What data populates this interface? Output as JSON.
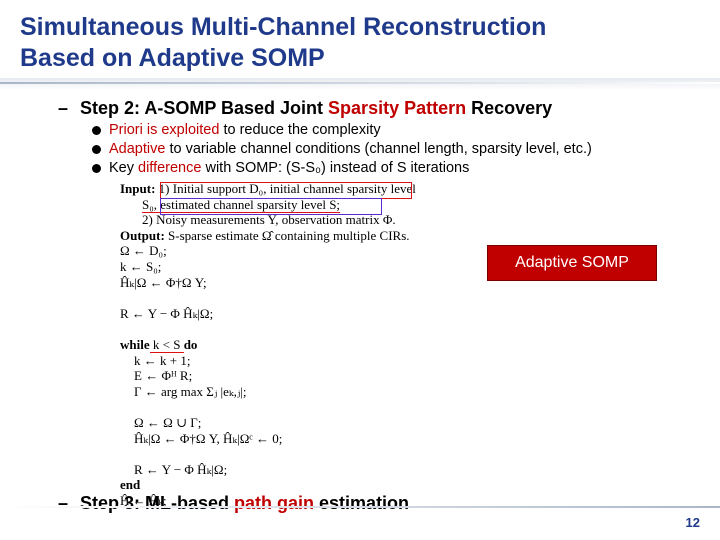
{
  "title_lines": [
    "Simultaneous Multi-Channel Reconstruction",
    "Based on Adaptive SOMP"
  ],
  "step2": {
    "dash": "–",
    "prefix": "Step 2: A-SOMP Based Joint ",
    "highlight": "Sparsity Pattern",
    "suffix": " Recovery"
  },
  "bullets": [
    {
      "highlight": "Priori is exploited",
      "rest": " to reduce the complexity"
    },
    {
      "highlight": "Adaptive",
      "rest": " to variable channel conditions (channel length, sparsity level, etc.)"
    },
    {
      "prefix": "Key ",
      "highlight": "difference",
      "rest": " with SOMP: (S-S₀) instead of S iterations"
    }
  ],
  "algorithm": {
    "input_kw": "Input:",
    "input_1": "1) Initial support D₀, initial channel sparsity level",
    "input_1b": "S₀, estimated channel sparsity level S;",
    "input_2": "2) Noisy measurements Y, observation matrix Φ.",
    "output_kw": "Output:",
    "output_text": "S-sparse estimate Ω̂ containing multiple CIRs.",
    "lines": [
      "Ω ← D₀;",
      "k ← S₀;",
      "Ĥₖ|Ω ← Φ†Ω Y;",
      "",
      "R ← Y − Φ Ĥₖ|Ω;"
    ],
    "while_kw": "while",
    "while_cond": " k < S ",
    "do_kw": "do",
    "loop_lines": [
      "k ← k + 1;",
      "E ← Φᴴ R;",
      "Γ ← arg max Σⱼ |eₖ,ⱼ|;",
      "Ω ← Ω ∪ Γ;",
      "Ĥₖ|Ω ← Φ†Ω Y, Ĥₖ|Ωᶜ ← 0;",
      "R ← Y − Φ Ĥₖ|Ω;"
    ],
    "end_kw": "end",
    "final_line": "Ĥ ← Ĥₖ;"
  },
  "badge": "Adaptive SOMP",
  "step3": {
    "dash": "–",
    "prefix": "Step 3: ML-based ",
    "highlight": "path gain",
    "suffix": " estimation"
  },
  "page_number": "12",
  "colors": {
    "title": "#1f3a8a",
    "highlight": "#c00000",
    "badge_bg": "#c00000"
  }
}
